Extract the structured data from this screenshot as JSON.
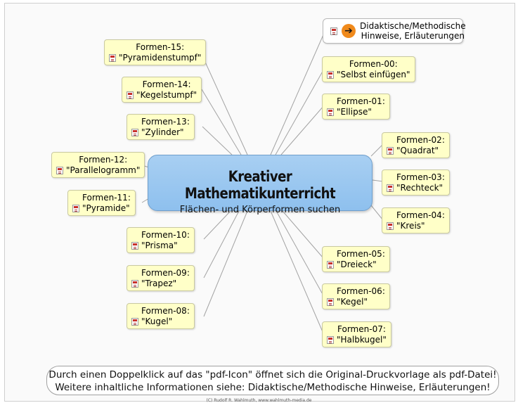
{
  "center": {
    "title": "Kreativer Mathematikunterricht",
    "subtitle": "Flächen- und Körperformen suchen"
  },
  "hint": {
    "line1": "Didaktische/Methodische",
    "line2": "Hinweise, Erläuterungen"
  },
  "nodes": [
    {
      "title": "Formen-15:",
      "label": "\"Pyramidenstumpf\""
    },
    {
      "title": "Formen-14:",
      "label": "\"Kegelstumpf\""
    },
    {
      "title": "Formen-13:",
      "label": "\"Zylinder\""
    },
    {
      "title": "Formen-12:",
      "label": "\"Parallelogramm\""
    },
    {
      "title": "Formen-11:",
      "label": "\"Pyramide\""
    },
    {
      "title": "Formen-10:",
      "label": "\"Prisma\""
    },
    {
      "title": "Formen-09:",
      "label": "\"Trapez\""
    },
    {
      "title": "Formen-08:",
      "label": "\"Kugel\""
    },
    {
      "title": "Formen-00:",
      "label": "\"Selbst einfügen\""
    },
    {
      "title": "Formen-01:",
      "label": "\"Ellipse\""
    },
    {
      "title": "Formen-02:",
      "label": "\"Quadrat\""
    },
    {
      "title": "Formen-03:",
      "label": "\"Rechteck\""
    },
    {
      "title": "Formen-04:",
      "label": "\"Kreis\""
    },
    {
      "title": "Formen-05:",
      "label": "\"Dreieck\""
    },
    {
      "title": "Formen-06:",
      "label": "\"Kegel\""
    },
    {
      "title": "Formen-07:",
      "label": "\"Halbkugel\""
    }
  ],
  "footer": {
    "line1": "Durch einen Doppelklick auf das \"pdf-Icon\" öffnet sich die Original-Druckvorlage als pdf-Datei!",
    "line2": "Weitere inhaltliche Informationen siehe: Didaktische/Methodische Hinweise, Erläuterungen!"
  },
  "credit": "(C) Rudolf R. Wahlmuth, www.wahlmuth-media.de",
  "colors": {
    "node_fill": "#ffffc8",
    "center_fill": "#9cc8f0",
    "link_line": "#a0a0a0",
    "hint_arrow": "#f08a1c"
  }
}
